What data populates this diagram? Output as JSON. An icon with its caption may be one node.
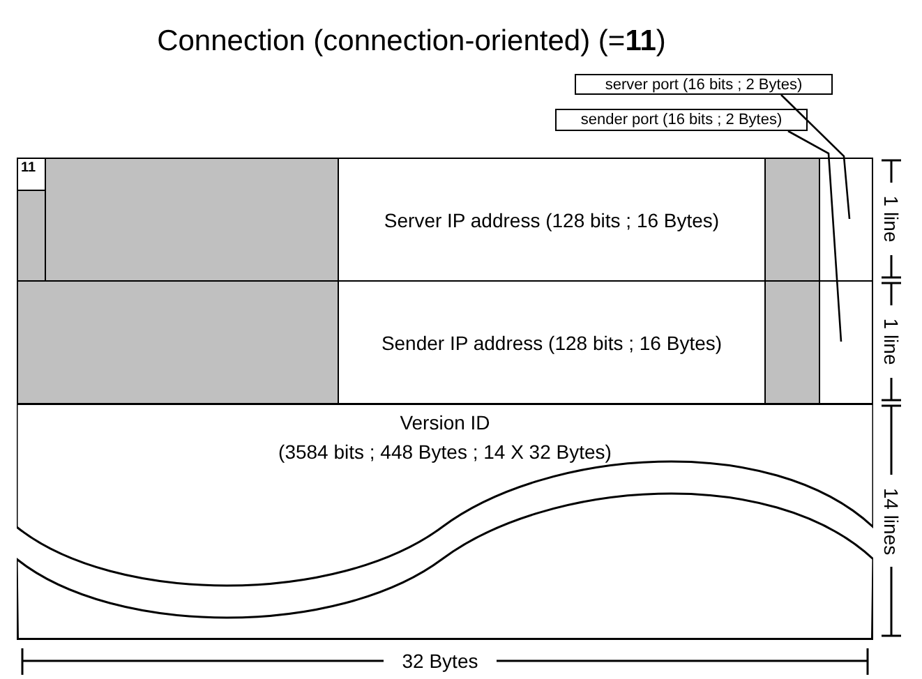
{
  "diagram": {
    "title": "Connection (connection-oriented) (=**11**)",
    "nodes": [
      {
        "text": [
          "11"
        ]
      },
      {
        "text": [
          "Server IP address (128 bits ; 16 Bytes)"
        ]
      },
      {
        "text": [
          "Sender IP address (128 bits ; 16 Bytes)"
        ]
      },
      {
        "text": [
          "Version ID",
          "(3584 bits ; 448 Bytes ; 14 X 32 Bytes)"
        ]
      },
      {
        "text": [
          "server port (16 bits ; 2 Bytes)"
        ]
      },
      {
        "text": [
          "sender port (16 bits ; 2 Bytes)"
        ]
      },
      {
        "text": [],
        "shape": "box"
      },
      {
        "text": [],
        "shape": "box"
      }
    ],
    "edges": [
      {
        "from": 4,
        "to": 6,
        "arrow": "none"
      },
      {
        "from": 5,
        "to": 7,
        "arrow": "none"
      }
    ],
    "labels": [
      "1 line",
      "1 line",
      "14 lines",
      "32 Bytes"
    ]
  }
}
